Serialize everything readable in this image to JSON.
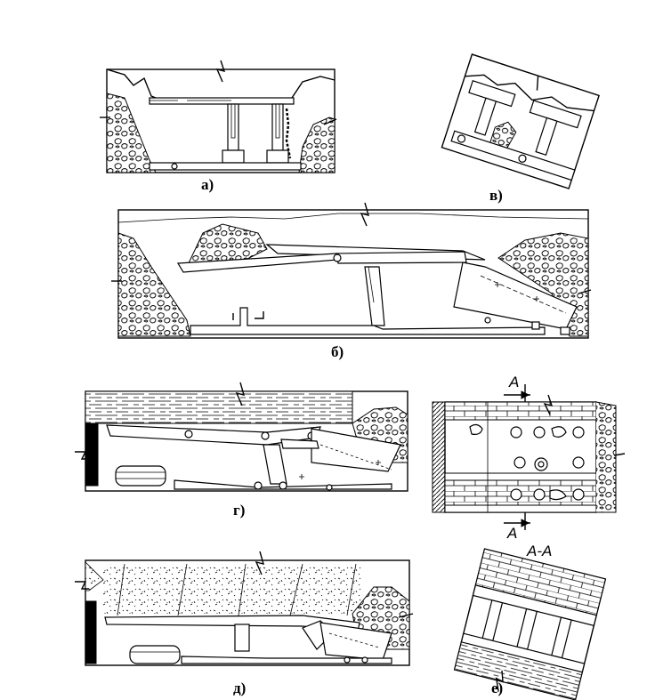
{
  "labels": {
    "a": "а)",
    "b": "б)",
    "v": "в)",
    "g": "г)",
    "d": "д)",
    "e": "е)"
  },
  "section": {
    "mark_top": "A",
    "mark_bottom": "A",
    "title": "A-A"
  }
}
